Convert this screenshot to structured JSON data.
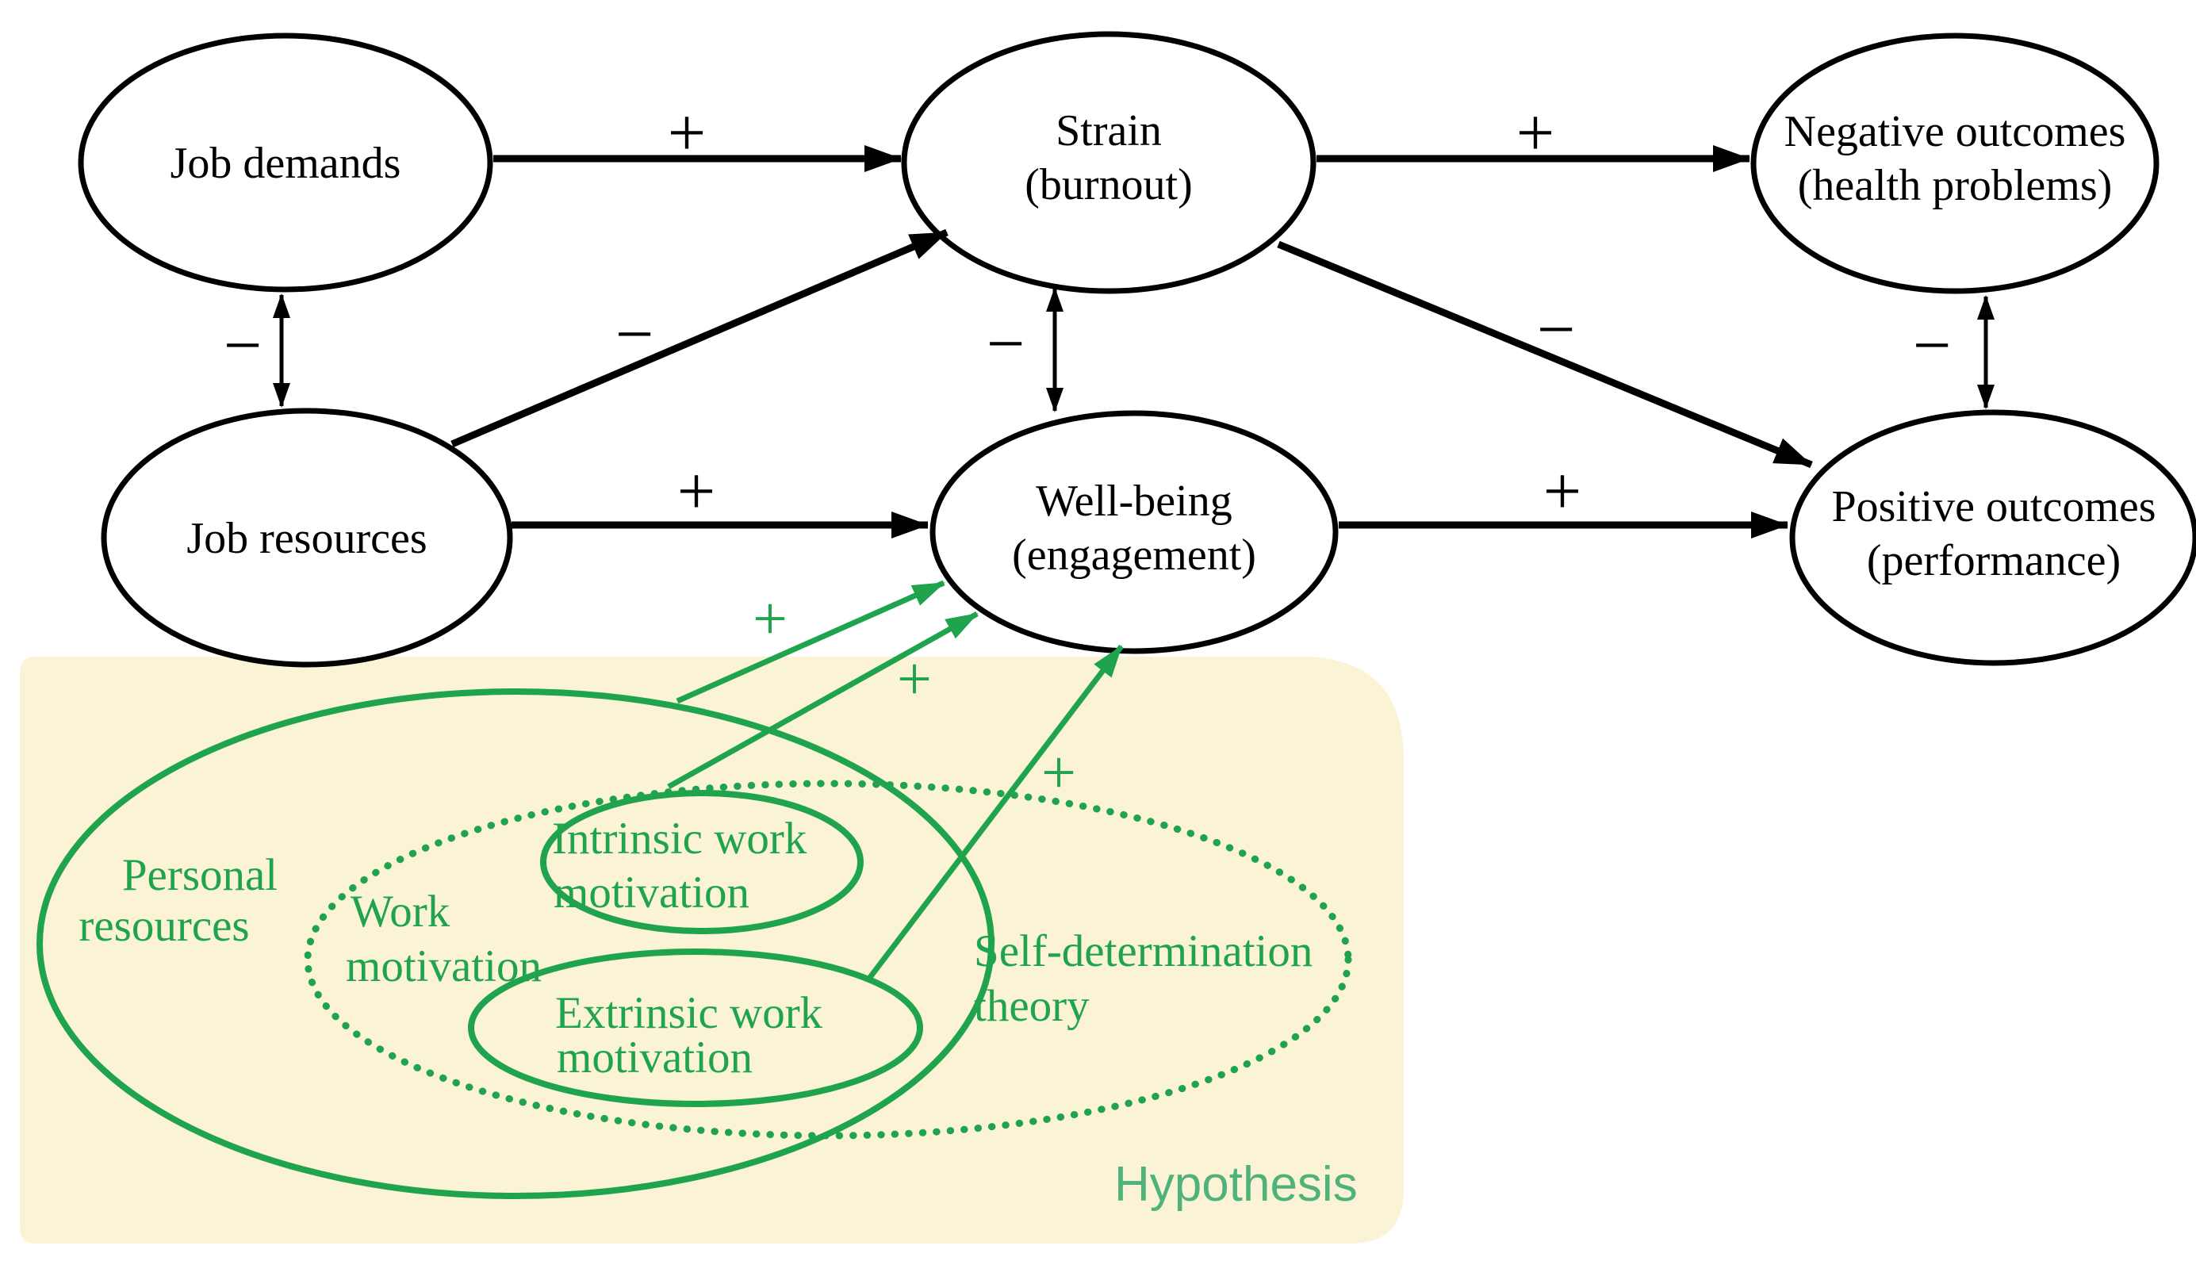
{
  "colors": {
    "green": "#1fa34c",
    "hypothesis_green": "#4fb27a",
    "panel_fill": "#faf3d6",
    "line_black": "#000000",
    "node_fill": "#ffffff"
  },
  "nodes": {
    "job_demands": {
      "line1": "Job demands"
    },
    "strain": {
      "line1": "Strain",
      "line2": "(burnout)"
    },
    "negative_outcomes": {
      "line1": "Negative outcomes",
      "line2": "(health problems)"
    },
    "job_resources": {
      "line1": "Job resources"
    },
    "well_being": {
      "line1": "Well-being",
      "line2": "(engagement)"
    },
    "positive_outcomes": {
      "line1": "Positive outcomes",
      "line2": "(performance)"
    }
  },
  "edges": {
    "demands_to_strain": {
      "sign": "+"
    },
    "strain_to_negative": {
      "sign": "+"
    },
    "resources_to_wellbeing": {
      "sign": "+"
    },
    "wellbeing_to_positive": {
      "sign": "+"
    },
    "resources_to_strain": {
      "sign": "−"
    },
    "strain_to_positive": {
      "sign": "−"
    },
    "demands_resources_corr": {
      "sign": "−"
    },
    "strain_wellbeing_corr": {
      "sign": "−"
    },
    "negative_positive_corr": {
      "sign": "−"
    }
  },
  "hypothesis_panel": {
    "label": "Hypothesis",
    "personal_resources": {
      "line1": "Personal",
      "line2": "resources"
    },
    "work_motivation": {
      "line1": "Work",
      "line2": "motivation"
    },
    "intrinsic_motivation": {
      "line1": "Intrinsic work",
      "line2": "motivation"
    },
    "extrinsic_motivation": {
      "line1": "Extrinsic work",
      "line2": "motivation"
    },
    "self_determination": {
      "line1": "Self-determination",
      "line2": "theory"
    },
    "green_edges": {
      "personal_to_wellbeing": {
        "sign": "+"
      },
      "intrinsic_to_wellbeing": {
        "sign": "+"
      },
      "extrinsic_to_wellbeing": {
        "sign": "+"
      }
    }
  }
}
